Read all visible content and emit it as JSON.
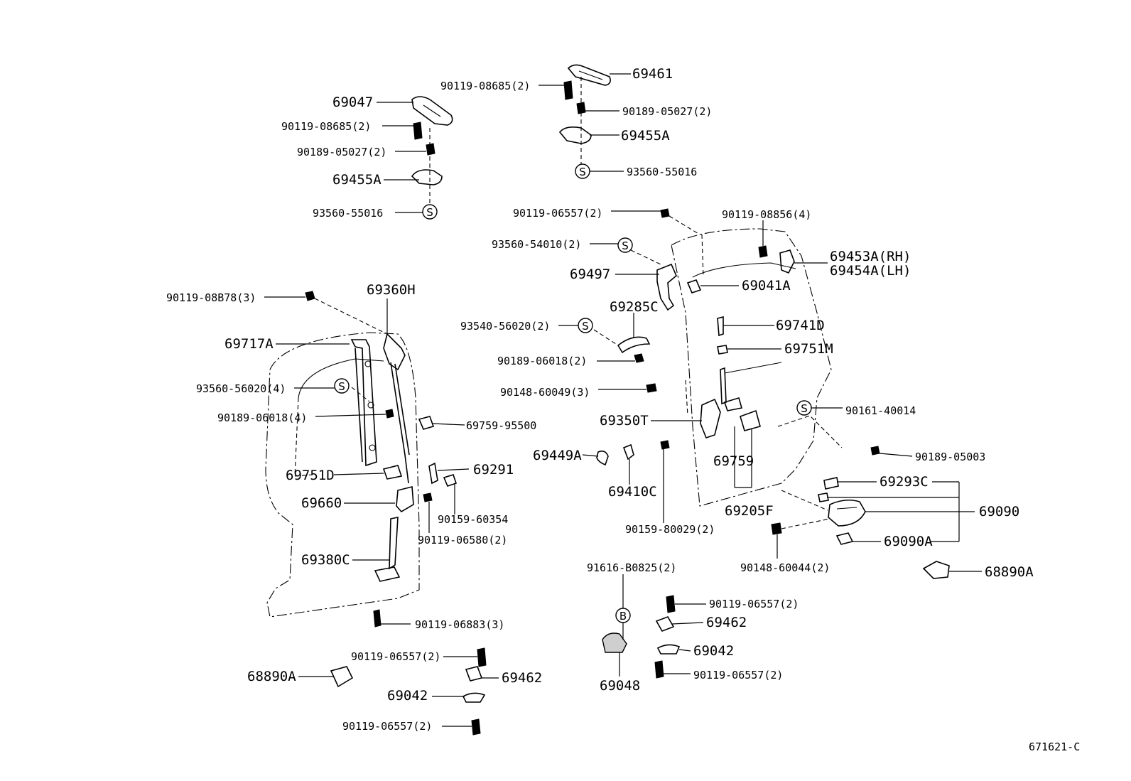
{
  "diagram_code": "671621-C",
  "labels": [
    {
      "id": "l1",
      "text": "69461"
    },
    {
      "id": "l2",
      "text": "90119-08685(2)"
    },
    {
      "id": "l3",
      "text": "90189-05027(2)"
    },
    {
      "id": "l4",
      "text": "69455A"
    },
    {
      "id": "l5",
      "text": "93560-55016"
    },
    {
      "id": "l6",
      "text": "69047"
    },
    {
      "id": "l7",
      "text": "90119-08685(2)"
    },
    {
      "id": "l8",
      "text": "90189-05027(2)"
    },
    {
      "id": "l9",
      "text": "69455A"
    },
    {
      "id": "l10",
      "text": "93560-55016"
    },
    {
      "id": "l11",
      "text": "90119-06557(2)"
    },
    {
      "id": "l12",
      "text": "90119-08856(4)"
    },
    {
      "id": "l13",
      "text": "93560-54010(2)"
    },
    {
      "id": "l14",
      "text": "69453A(RH)"
    },
    {
      "id": "l15",
      "text": "69454A(LH)"
    },
    {
      "id": "l16",
      "text": "69497"
    },
    {
      "id": "l17",
      "text": "69041A"
    },
    {
      "id": "l18",
      "text": "90119-08B78(3)"
    },
    {
      "id": "l19",
      "text": "69360H"
    },
    {
      "id": "l20",
      "text": "69285C"
    },
    {
      "id": "l21",
      "text": "69741D"
    },
    {
      "id": "l22",
      "text": "93540-56020(2)"
    },
    {
      "id": "l23",
      "text": "69751M"
    },
    {
      "id": "l24",
      "text": "69717A"
    },
    {
      "id": "l25",
      "text": "90189-06018(2)"
    },
    {
      "id": "l26",
      "text": "93560-56020(4)"
    },
    {
      "id": "l27",
      "text": "90148-60049(3)"
    },
    {
      "id": "l28",
      "text": "90161-40014"
    },
    {
      "id": "l29",
      "text": "90189-06018(4)"
    },
    {
      "id": "l30",
      "text": "69350T"
    },
    {
      "id": "l31",
      "text": "69759-95500"
    },
    {
      "id": "l32",
      "text": "90189-05003"
    },
    {
      "id": "l33",
      "text": "69449A"
    },
    {
      "id": "l34",
      "text": "69759"
    },
    {
      "id": "l35",
      "text": "69751D"
    },
    {
      "id": "l36",
      "text": "69291"
    },
    {
      "id": "l37",
      "text": "69293C"
    },
    {
      "id": "l38",
      "text": "69410C"
    },
    {
      "id": "l39",
      "text": "69660"
    },
    {
      "id": "l40",
      "text": "90159-60354"
    },
    {
      "id": "l41",
      "text": "69205F"
    },
    {
      "id": "l42",
      "text": "69090"
    },
    {
      "id": "l43",
      "text": "90119-06580(2)"
    },
    {
      "id": "l44",
      "text": "90159-80029(2)"
    },
    {
      "id": "l45",
      "text": "69090A"
    },
    {
      "id": "l46",
      "text": "69380C"
    },
    {
      "id": "l47",
      "text": "90148-60044(2)"
    },
    {
      "id": "l48",
      "text": "91616-B0825(2)"
    },
    {
      "id": "l49",
      "text": "68890A"
    },
    {
      "id": "l50",
      "text": "90119-06557(2)"
    },
    {
      "id": "l51",
      "text": "90119-06883(3)"
    },
    {
      "id": "l52",
      "text": "69462"
    },
    {
      "id": "l53",
      "text": "90119-06557(2)"
    },
    {
      "id": "l54",
      "text": "69042"
    },
    {
      "id": "l55",
      "text": "68890A"
    },
    {
      "id": "l56",
      "text": "69462"
    },
    {
      "id": "l57",
      "text": "90119-06557(2)"
    },
    {
      "id": "l58",
      "text": "69042"
    },
    {
      "id": "l59",
      "text": "69048"
    },
    {
      "id": "l60",
      "text": "90119-06557(2)"
    }
  ],
  "markers": {
    "s": "S",
    "b": "B"
  }
}
